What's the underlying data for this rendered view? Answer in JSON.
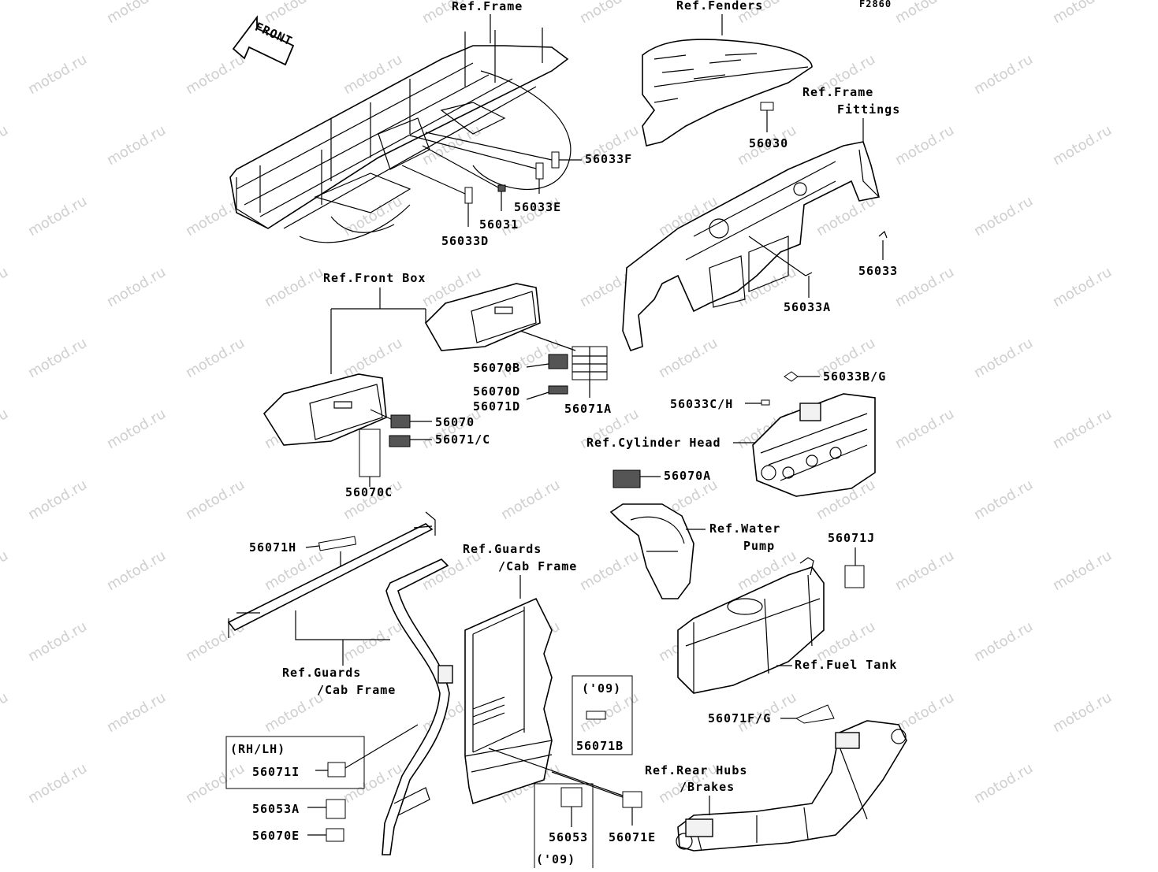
{
  "figure_code": "F2860",
  "watermark": "motod.ru",
  "front_arrow": "FRONT",
  "refs": {
    "frame": "Ref.Frame",
    "fenders": "Ref.Fenders",
    "frame_fittings_1": "Ref.Frame",
    "frame_fittings_2": "Fittings",
    "front_box": "Ref.Front Box",
    "cylinder_head": "Ref.Cylinder Head",
    "water_pump_1": "Ref.Water",
    "water_pump_2": "Pump",
    "guards_left_1": "Ref.Guards",
    "guards_left_2": "/Cab Frame",
    "guards_mid_1": "Ref.Guards",
    "guards_mid_2": "/Cab Frame",
    "fuel_tank": "Ref.Fuel Tank",
    "rear_hubs_1": "Ref.Rear Hubs",
    "rear_hubs_2": "/Brakes"
  },
  "parts": {
    "p56033F": "56033F",
    "p56033E": "56033E",
    "p56031": "56031",
    "p56033D": "56033D",
    "p56030": "56030",
    "p56033": "56033",
    "p56033A": "56033A",
    "p56070B": "56070B",
    "p56070D": "56070D",
    "p56071D": "56071D",
    "p56071A": "56071A",
    "p56070": "56070",
    "p56071C": "56071/C",
    "p56070C": "56070C",
    "p56033BG": "56033B/G",
    "p56033CH": "56033C/H",
    "p56070A": "56070A",
    "p56071H": "56071H",
    "p56071J": "56071J",
    "p56071B": "56071B",
    "p56071FG": "56071F/G",
    "p56071I": "56071I",
    "p56053A": "56053A",
    "p56070E": "56070E",
    "p56053": "56053",
    "p56071E": "56071E"
  },
  "notes": {
    "rhlh": "(RH/LH)",
    "y09_a": "('09)",
    "y09_b": "('09)"
  }
}
